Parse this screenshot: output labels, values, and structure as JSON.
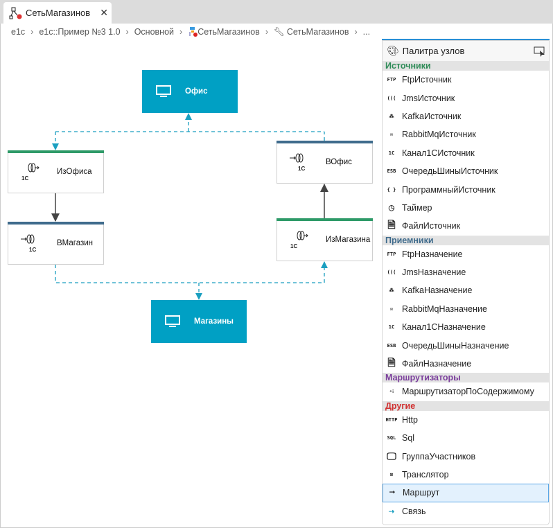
{
  "tab": {
    "title": "СетьМагазинов",
    "icon": "diagram-icon"
  },
  "breadcrumb": [
    "e1c",
    "e1c::Пример №3 1.0",
    "Основной",
    "СетьМагазинов",
    "СетьМагазинов",
    "..."
  ],
  "colors": {
    "group": "#00a0c4",
    "source_bar": "#2e9a68",
    "dest_bar": "#3f6b8c",
    "link": "#1a9fc0",
    "route": "#444444",
    "sources": "#2e8b57",
    "receivers": "#3f6b8c",
    "routers": "#7b3f9c",
    "other": "#d03030"
  },
  "canvas": {
    "nodes": {
      "office": "Офис",
      "from_office": "ИзОфиса",
      "to_store": "ВМагазин",
      "to_office": "ВОфис",
      "from_store": "ИзМагазина",
      "stores": "Магазины"
    }
  },
  "palette": {
    "title": "Палитра узлов",
    "sections": [
      {
        "name": "Источники",
        "items": [
          "FtpИсточник",
          "JmsИсточник",
          "KafkaИсточник",
          "RabbitMqИсточник",
          "Канал1СИсточник",
          "ОчередьШиныИсточник",
          "ПрограммныйИсточник",
          "Таймер",
          "ФайлИсточник"
        ]
      },
      {
        "name": "Приемники",
        "items": [
          "FtpНазначение",
          "JmsНазначение",
          "KafkaНазначение",
          "RabbitMqНазначение",
          "Канал1СНазначение",
          "ОчередьШиныНазначение",
          "ФайлНазначение"
        ]
      },
      {
        "name": "Маршрутизаторы",
        "items": [
          "МаршрутизаторПоСодержимому"
        ]
      },
      {
        "name": "Другие",
        "items": [
          "Http",
          "Sql",
          "ГруппаУчастников",
          "Транслятор",
          "Маршрут",
          "Связь"
        ]
      }
    ],
    "active_item": "Маршрут"
  }
}
